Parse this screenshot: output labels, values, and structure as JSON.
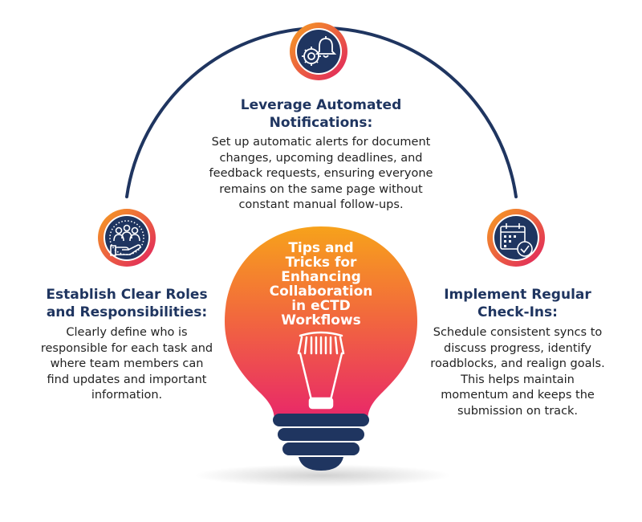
{
  "center": {
    "title_lines": [
      "Tips and",
      "Tricks for",
      "Enhancing",
      "Collaboration",
      "in eCTD",
      "Workflows"
    ]
  },
  "tips": [
    {
      "icon": "gear-bell-icon",
      "heading_lines": [
        "Leverage Automated",
        "Notifications:"
      ],
      "text_lines": [
        "Set up automatic alerts for document",
        "changes, upcoming deadlines, and",
        "feedback requests, ensuring everyone",
        "remains on the same page without",
        "constant manual follow-ups."
      ]
    },
    {
      "icon": "team-hand-icon",
      "heading_lines": [
        "Establish Clear Roles",
        "and Responsibilities:"
      ],
      "text_lines": [
        "Clearly define who is",
        "responsible for each task and",
        "where team members can",
        "find updates and important",
        "information."
      ]
    },
    {
      "icon": "calendar-check-icon",
      "heading_lines": [
        "Implement Regular",
        "Check-Ins:"
      ],
      "text_lines": [
        "Schedule consistent syncs to",
        "discuss progress, identify",
        "roadblocks, and realign goals.",
        "This helps maintain",
        "momentum and keeps the",
        "submission on track."
      ]
    }
  ],
  "colors": {
    "navy": "#1f3560",
    "accent_orange": "#f6a020",
    "accent_pink": "#e02060",
    "bulb_top": "#f7a21b",
    "bulb_bottom": "#e8266a"
  }
}
